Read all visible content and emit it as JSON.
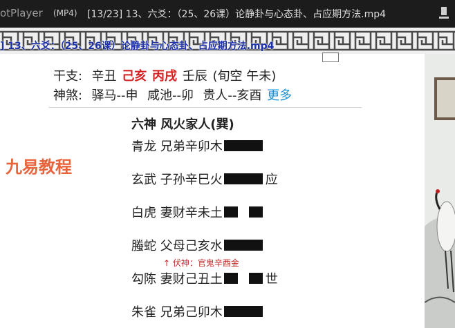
{
  "titlebar": {
    "app_name": "otPlayer",
    "format": "(MP4)",
    "file_name": "[13/23] 13、六爻：（25、26课）论静卦与心态卦、占应期方法.mp4",
    "pin_icon": "pushpin-icon"
  },
  "overlay_title": "] 13、六爻：（25、26课）论静卦与心态卦、占应期方法.mp4",
  "ganzhi": {
    "label": "干支:",
    "p1": "辛丑",
    "p2": "己亥",
    "p3": "丙戌",
    "p4": "壬辰",
    "xunkong": "(旬空 午未)",
    "highlight_color": "#d42020"
  },
  "shensha": {
    "label": "神煞:",
    "items": [
      "驿马--申",
      "咸池--卯",
      "贵人--亥酉"
    ],
    "more": "更多",
    "more_color": "#1a8fd0"
  },
  "watermark": "九易教程",
  "hexagram": {
    "title": "六神 风火家人(巽)",
    "lines": [
      {
        "text": "青龙 兄弟辛卯木",
        "type": "yang",
        "mark": ""
      },
      {
        "text": "玄武 子孙辛巳火",
        "type": "yang",
        "mark": "应"
      },
      {
        "text": "白虎 妻财辛未土",
        "type": "yin",
        "mark": ""
      },
      {
        "text": "螣蛇 父母己亥水",
        "type": "yang",
        "mark": ""
      },
      {
        "text": "勾陈 妻财己丑土",
        "type": "yin",
        "mark": "世"
      },
      {
        "text": "朱雀 兄弟己卯木",
        "type": "yang",
        "mark": ""
      }
    ],
    "fushen": "↑ 伏神：官鬼辛酉金"
  }
}
